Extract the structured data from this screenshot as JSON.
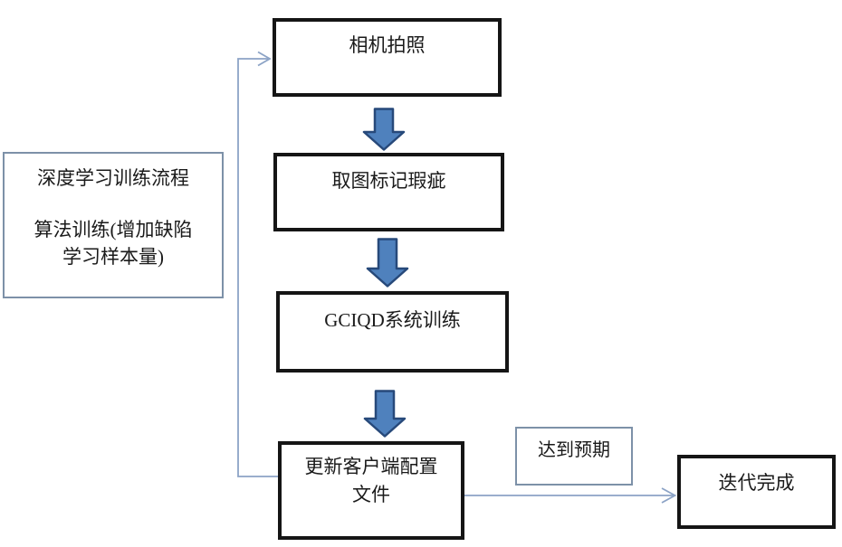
{
  "diagram": {
    "legend": {
      "title": "深度学习训练流程",
      "body_line1": "算法训练(增加缺陷",
      "body_line2": "学习样本量)"
    },
    "nodes": {
      "camera": {
        "label": "相机拍照"
      },
      "mark_defects": {
        "label": "取图标记瑕疵"
      },
      "system_training": {
        "label": "GCIQD系统训练"
      },
      "update_config": {
        "line1": "更新客户端配置",
        "line2": "文件"
      },
      "iteration_done": {
        "label": "迭代完成"
      }
    },
    "edge_labels": {
      "expectation": "达到预期"
    },
    "colors": {
      "box_border": "#151515",
      "thin_border": "#7d91a8",
      "arrow_fill": "#4f81bd",
      "arrow_stroke": "#27497a",
      "connector": "#8ca3c6",
      "text_color": "#1a1a1a"
    }
  }
}
